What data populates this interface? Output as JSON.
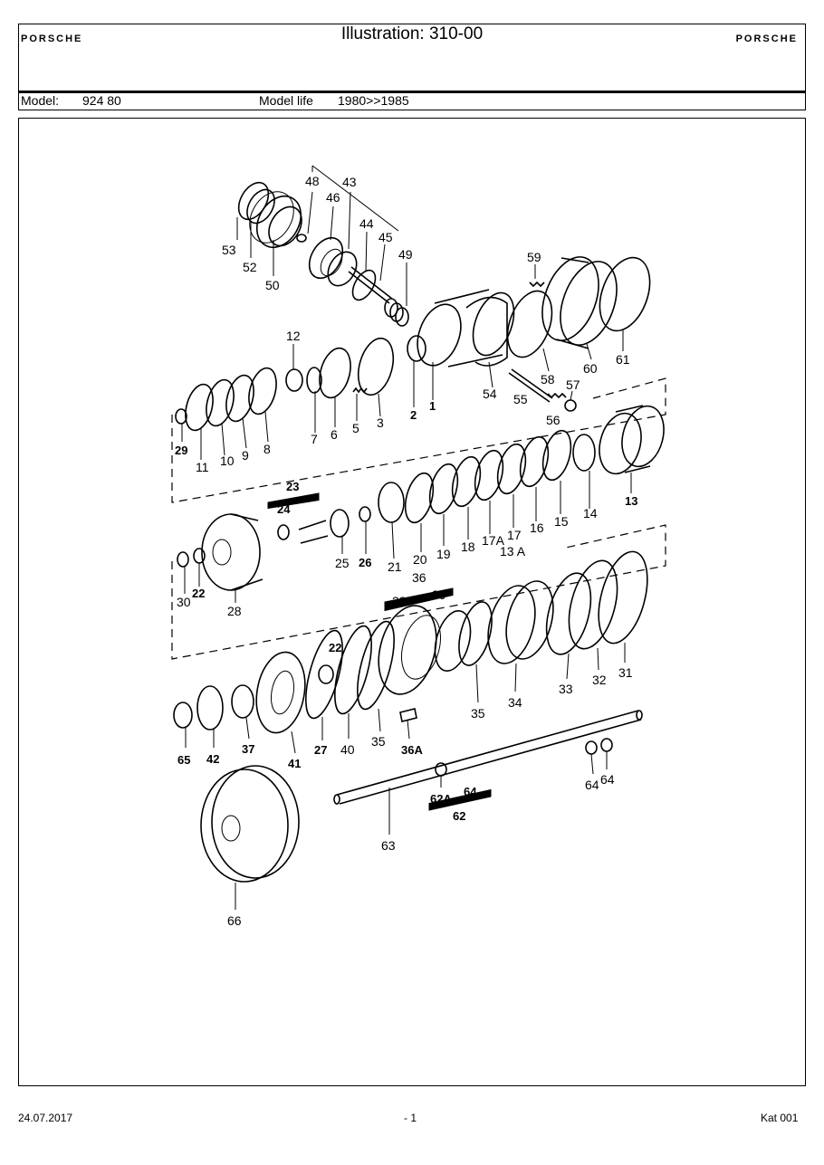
{
  "header": {
    "brand_left": "PORSCHE",
    "brand_right": "PORSCHE",
    "illustration": "Illustration: 310-00",
    "model_label": "Model:",
    "model_value": "924 80",
    "model_life_label": "Model life",
    "model_life_value": "1980>>1985"
  },
  "footer": {
    "date": "24.07.2017",
    "page": "- 1",
    "catalog": "Kat 001"
  },
  "callouts": [
    {
      "id": "48",
      "bold": false
    },
    {
      "id": "43",
      "bold": false
    },
    {
      "id": "46",
      "bold": false
    },
    {
      "id": "44",
      "bold": false
    },
    {
      "id": "45",
      "bold": false
    },
    {
      "id": "49",
      "bold": false
    },
    {
      "id": "53",
      "bold": false
    },
    {
      "id": "52",
      "bold": false
    },
    {
      "id": "50",
      "bold": false
    },
    {
      "id": "59",
      "bold": false
    },
    {
      "id": "58",
      "bold": false
    },
    {
      "id": "60",
      "bold": false
    },
    {
      "id": "61",
      "bold": false
    },
    {
      "id": "12",
      "bold": false
    },
    {
      "id": "7",
      "bold": false
    },
    {
      "id": "6",
      "bold": false
    },
    {
      "id": "5",
      "bold": false
    },
    {
      "id": "3",
      "bold": false
    },
    {
      "id": "2",
      "bold": true
    },
    {
      "id": "1",
      "bold": true
    },
    {
      "id": "54",
      "bold": false
    },
    {
      "id": "55",
      "bold": false
    },
    {
      "id": "57",
      "bold": false
    },
    {
      "id": "56",
      "bold": false
    },
    {
      "id": "29",
      "bold": true
    },
    {
      "id": "11",
      "bold": false
    },
    {
      "id": "10",
      "bold": false
    },
    {
      "id": "9",
      "bold": false
    },
    {
      "id": "8",
      "bold": false
    },
    {
      "id": "23",
      "bold": true
    },
    {
      "id": "24",
      "bold": true
    },
    {
      "id": "25",
      "bold": false
    },
    {
      "id": "26",
      "bold": true
    },
    {
      "id": "21",
      "bold": false
    },
    {
      "id": "20",
      "bold": false
    },
    {
      "id": "19",
      "bold": false
    },
    {
      "id": "18",
      "bold": false
    },
    {
      "id": "17A",
      "bold": false
    },
    {
      "id": "17",
      "bold": false
    },
    {
      "id": "16",
      "bold": false
    },
    {
      "id": "15",
      "bold": false
    },
    {
      "id": "14",
      "bold": false
    },
    {
      "id": "13",
      "bold": true
    },
    {
      "id": "13 A",
      "bold": false
    },
    {
      "id": "30",
      "bold": false
    },
    {
      "id": "22",
      "bold": true
    },
    {
      "id": "28",
      "bold": false
    },
    {
      "id": "36",
      "bold": false
    },
    {
      "id": "38",
      "bold": false
    },
    {
      "id": "39",
      "bold": false
    },
    {
      "id": "22",
      "bold": true
    },
    {
      "id": "33",
      "bold": false
    },
    {
      "id": "32",
      "bold": false
    },
    {
      "id": "31",
      "bold": false
    },
    {
      "id": "34",
      "bold": false
    },
    {
      "id": "35",
      "bold": false
    },
    {
      "id": "65",
      "bold": true
    },
    {
      "id": "42",
      "bold": true
    },
    {
      "id": "37",
      "bold": true
    },
    {
      "id": "41",
      "bold": true
    },
    {
      "id": "27",
      "bold": true
    },
    {
      "id": "40",
      "bold": false
    },
    {
      "id": "35",
      "bold": false
    },
    {
      "id": "36A",
      "bold": true
    },
    {
      "id": "64",
      "bold": false
    },
    {
      "id": "64",
      "bold": false
    },
    {
      "id": "62A",
      "bold": true
    },
    {
      "id": "64",
      "bold": true
    },
    {
      "id": "62",
      "bold": true
    },
    {
      "id": "63",
      "bold": false
    },
    {
      "id": "66",
      "bold": false
    }
  ]
}
